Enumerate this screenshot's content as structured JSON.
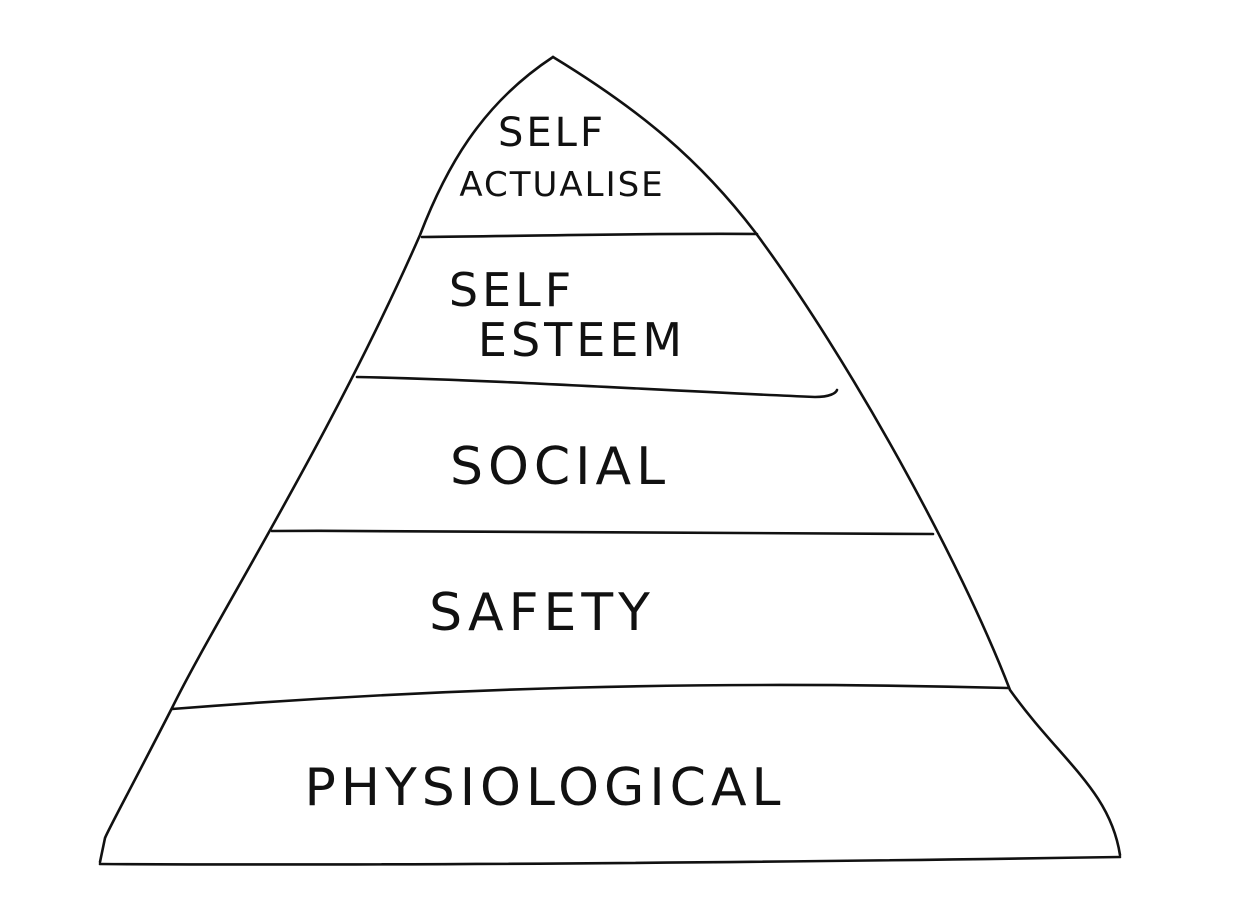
{
  "pyramid": {
    "levels": [
      {
        "id": "self-actualise",
        "lines": [
          "SELF",
          "ACTUALISE"
        ]
      },
      {
        "id": "self-esteem",
        "lines": [
          "SELF",
          "ESTEEM"
        ]
      },
      {
        "id": "social",
        "lines": [
          "SOCIAL"
        ]
      },
      {
        "id": "safety",
        "lines": [
          "SAFETY"
        ]
      },
      {
        "id": "physiological",
        "lines": [
          "PHYSIOLOGICAL"
        ]
      }
    ]
  },
  "colors": {
    "ink": "#111111",
    "background": "#ffffff"
  }
}
